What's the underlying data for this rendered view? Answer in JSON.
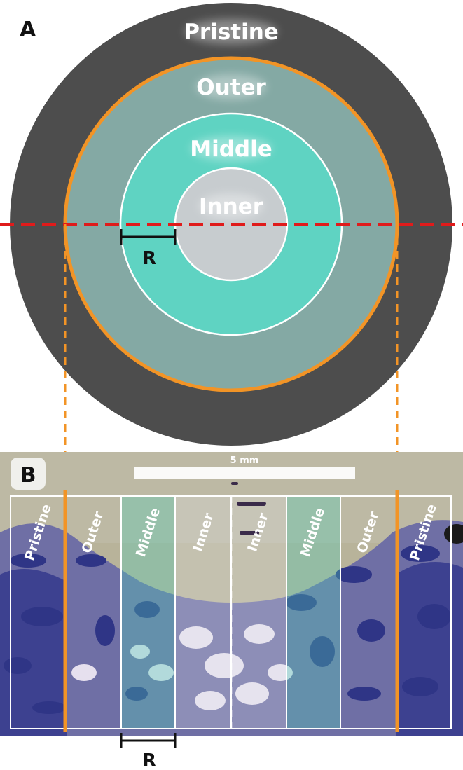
{
  "panel_a": {
    "letter": "A",
    "rings": {
      "pristine": "Pristine",
      "outer": "Outer",
      "middle": "Middle",
      "inner": "Inner"
    },
    "radius_label": "R"
  },
  "panel_b": {
    "letter": "B",
    "scale_bar_label": "5 mm",
    "strips": [
      "Pristine",
      "Outer",
      "Middle",
      "Inner",
      "Inner",
      "Middle",
      "Outer",
      "Pristine"
    ],
    "radius_label": "R"
  },
  "colors": {
    "pristine": "#4d4d4d",
    "outer": "#84a9a4",
    "middle": "#5fd3c2",
    "inner": "#c7cccf",
    "defect_boundary": "#f29426",
    "section_line": "#e01b1b",
    "tissue_background": "#b8b39a",
    "bone_stain": "#3a3f8f"
  }
}
